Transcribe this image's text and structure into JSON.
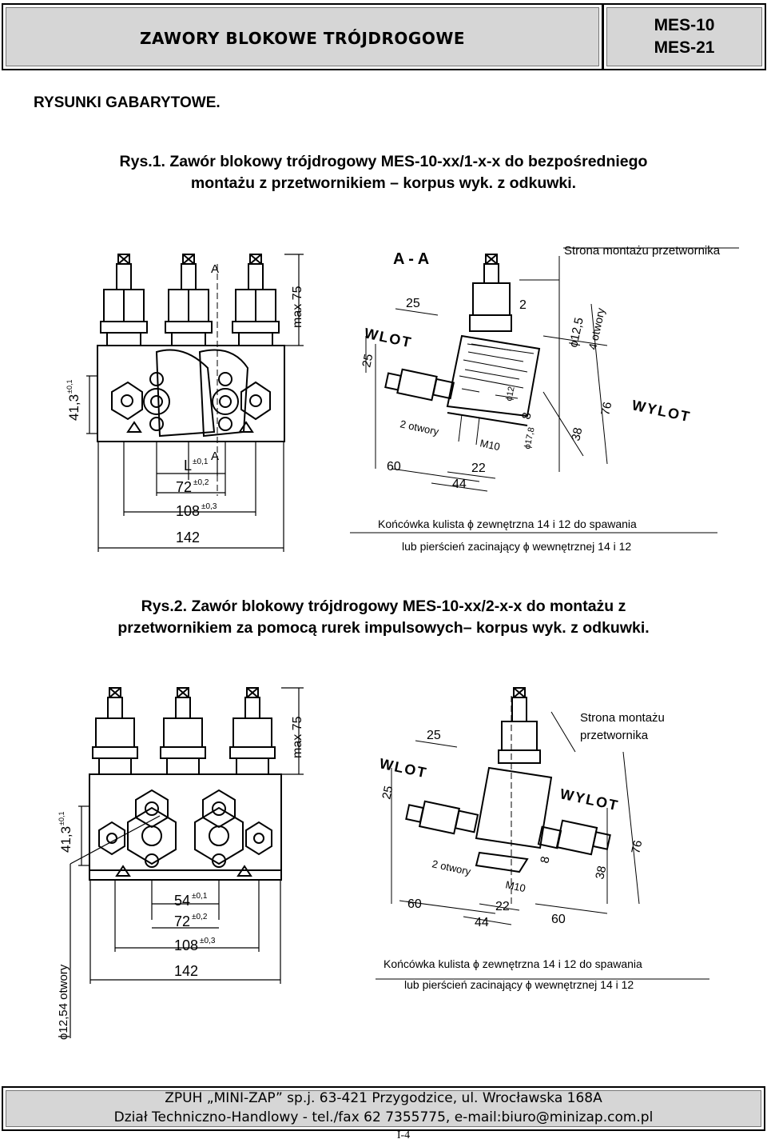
{
  "header": {
    "title": "ZAWORY BLOKOWE TRÓJDROGOWE",
    "code_1": "MES-10",
    "code_2": "MES-21"
  },
  "section_title": "RYSUNKI GABARYTOWE.",
  "figure1": {
    "caption_line1": "Rys.1. Zawór blokowy trójdrogowy MES-10-xx/1-x-x do bezpośredniego",
    "caption_line2": "montażu z przetwornikiem – korpus wyk. z odkuwki.",
    "labels": {
      "section": "A - A",
      "mount_side": "Strona montażu przetwornika",
      "inlet": "WLOT",
      "outlet": "WYLOT",
      "holes": "2 otwory",
      "thread": "M10",
      "tip_note1": "Końcówka kulista ϕ zewnętrzna 14 i 12 do spawania",
      "tip_note2": "lub pierścień zacinający ϕ wewnętrznej 14 i 12",
      "section_mark": "A",
      "bores": "4 otwory"
    },
    "dims": {
      "max75": "max 75",
      "h413": "41,3",
      "h413_tol": "±0,1",
      "L": "L",
      "L_tol": "±0,1",
      "d72": "72",
      "d72_tol": "±0,2",
      "d108": "108",
      "d108_tol": "±0,3",
      "d142": "142",
      "d25a": "25",
      "d25b": "25",
      "d2": "2",
      "d12_5": "ϕ12,5",
      "d12": "ϕ12",
      "d8": "8",
      "d17_8": "ϕ17,8",
      "d76": "76",
      "d38": "38",
      "d60": "60",
      "d22": "22",
      "d44": "44"
    }
  },
  "figure2": {
    "caption_line1": "Rys.2. Zawór blokowy trójdrogowy MES-10-xx/2-x-x do montażu z",
    "caption_line2": "przetwornikiem za pomocą rurek impulsowych– korpus wyk. z odkuwki.",
    "labels": {
      "mount_side1": "Strona montażu",
      "mount_side2": "przetwornika",
      "inlet": "WLOT",
      "outlet": "WYLOT",
      "holes": "2 otwory",
      "thread": "M10",
      "tip_note1": "Końcówka kulista ϕ zewnętrzna 14 i 12 do spawania",
      "tip_note2": "lub pierścień zacinający ϕ wewnętrznej 14 i 12",
      "bores_side": "ϕ12,54 otwory"
    },
    "dims": {
      "max75": "max 75",
      "h413": "41,3",
      "h413_tol": "±0,1",
      "d54": "54",
      "d54_tol": "±0,1",
      "d72": "72",
      "d72_tol": "±0,2",
      "d108": "108",
      "d108_tol": "±0,3",
      "d142": "142",
      "d25a": "25",
      "d25b": "25",
      "d8": "8",
      "d76": "76",
      "d38": "38",
      "d60a": "60",
      "d60b": "60",
      "d22": "22",
      "d44": "44"
    }
  },
  "footer": {
    "line1": "ZPUH „MINI-ZAP” sp.j. 63-421 Przygodzice, ul. Wrocławska 168A",
    "line2": "Dział Techniczno-Handlowy - tel./fax 62 7355775, e-mail:biuro@minizap.com.pl"
  },
  "page_number": "I-4"
}
